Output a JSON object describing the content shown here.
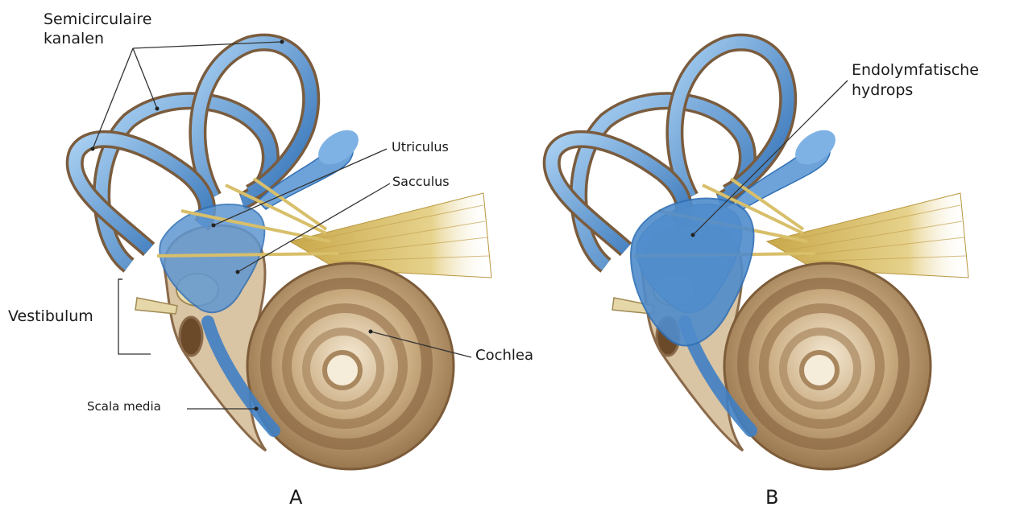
{
  "labels": {
    "semicirculaire_kanalen": "Semicirculaire kanalen",
    "utriculus": "Utriculus",
    "sacculus": "Sacculus",
    "vestibulum": "Vestibulum",
    "cochlea": "Cochlea",
    "scala_media": "Scala media",
    "endolymfatische_hydrops": "Endolymfatische hydrops"
  },
  "panels": {
    "a": "A",
    "b": "B"
  },
  "colors": {
    "canal_blue": "#3f7fc4",
    "canal_light": "#9cc7ee",
    "bone_outline": "#8a6a4a",
    "cochlea_brown": "#a8875f",
    "cochlea_light": "#d9c4a3",
    "nerve_yellow": "#d8bf6a",
    "leader_line": "#333333"
  }
}
